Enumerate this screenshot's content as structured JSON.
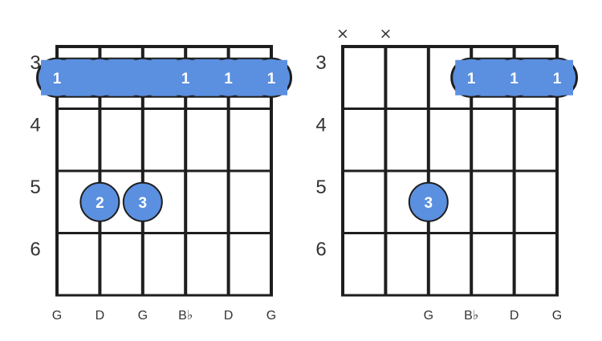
{
  "diagrams": [
    {
      "name": "chord-diagram-1",
      "fret_labels": [
        "3",
        "4",
        "5",
        "6"
      ],
      "string_notes": [
        "G",
        "D",
        "G",
        "B♭",
        "D",
        "G"
      ],
      "open_muted": [
        "",
        "",
        "",
        "",
        "",
        ""
      ],
      "barre": {
        "fret": 1,
        "from_string": 1,
        "to_string": 6,
        "finger_labels": [
          "1",
          "",
          "",
          "1",
          "1",
          "1"
        ]
      },
      "dots": [
        {
          "string": 2,
          "fret": 3,
          "finger": "2"
        },
        {
          "string": 3,
          "fret": 3,
          "finger": "3"
        }
      ]
    },
    {
      "name": "chord-diagram-2",
      "fret_labels": [
        "3",
        "4",
        "5",
        "6"
      ],
      "string_notes": [
        "",
        "",
        "G",
        "B♭",
        "D",
        "G"
      ],
      "open_muted": [
        "×",
        "×",
        "",
        "",
        "",
        ""
      ],
      "barre": {
        "fret": 1,
        "from_string": 4,
        "to_string": 6,
        "finger_labels": [
          "",
          "",
          "",
          "1",
          "1",
          "1"
        ]
      },
      "dots": [
        {
          "string": 3,
          "fret": 3,
          "finger": "3"
        }
      ]
    }
  ],
  "colors": {
    "dot": "#5b8fe0",
    "dot_stroke": "#1e1e1e",
    "grid": "#1e1e1e",
    "text": "#333333"
  }
}
